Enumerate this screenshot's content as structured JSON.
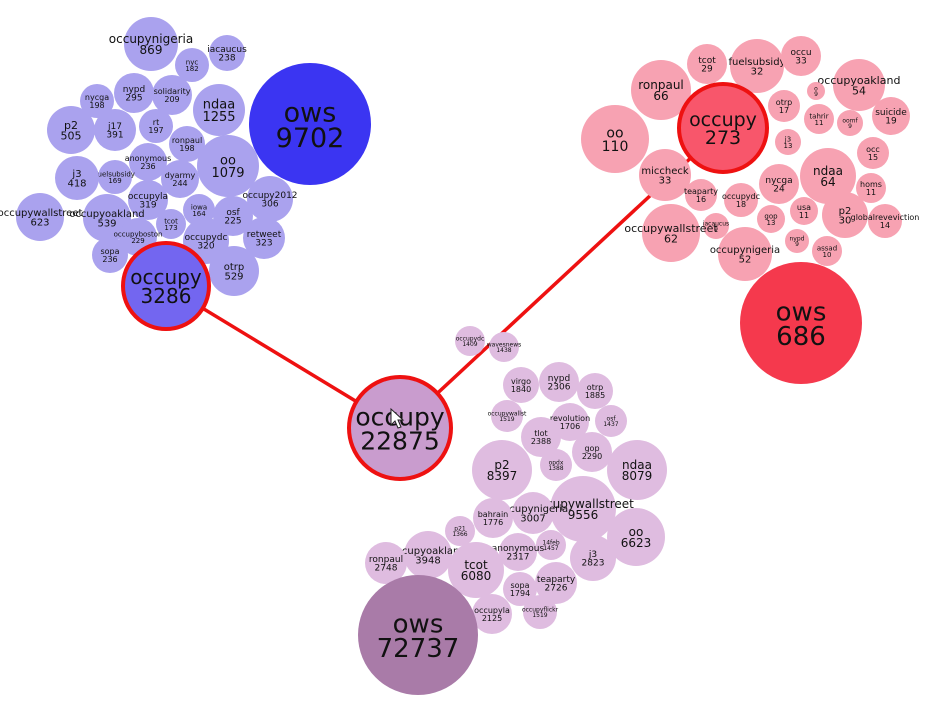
{
  "clusters": [
    {
      "id": "blue",
      "bubble_fill": "#aaa2ee",
      "hub": {
        "label": "occupy",
        "value": "3286",
        "fill": "#7366f0"
      },
      "big": {
        "label": "ows",
        "value": "9702",
        "fill": "#3b35f2"
      },
      "bubbles": [
        {
          "label": "occupynigeria",
          "value": "869"
        },
        {
          "label": "iacaucus",
          "value": "238"
        },
        {
          "label": "nyc",
          "value": "182"
        },
        {
          "label": "ndaa",
          "value": "1255"
        },
        {
          "label": "solidarity",
          "value": "209"
        },
        {
          "label": "nypd",
          "value": "295"
        },
        {
          "label": "nycga",
          "value": "198"
        },
        {
          "label": "rt",
          "value": "197"
        },
        {
          "label": "j17",
          "value": "391"
        },
        {
          "label": "p2",
          "value": "505"
        },
        {
          "label": "ronpaul",
          "value": "198"
        },
        {
          "label": "anonymous",
          "value": "236"
        },
        {
          "label": "oo",
          "value": "1079"
        },
        {
          "label": "fuelsubsidy",
          "value": "169"
        },
        {
          "label": "j3",
          "value": "418"
        },
        {
          "label": "dyarmy",
          "value": "244"
        },
        {
          "label": "occupyla",
          "value": "319"
        },
        {
          "label": "occupy2012",
          "value": "306"
        },
        {
          "label": "occupyoakland",
          "value": "539"
        },
        {
          "label": "iowa",
          "value": "164"
        },
        {
          "label": "occupywallstreet",
          "value": "623"
        },
        {
          "label": "osf",
          "value": "225"
        },
        {
          "label": "tcot",
          "value": "173"
        },
        {
          "label": "occupyboston",
          "value": "229"
        },
        {
          "label": "occupydc",
          "value": "320"
        },
        {
          "label": "retweet",
          "value": "323"
        },
        {
          "label": "sopa",
          "value": "236"
        },
        {
          "label": "otrp",
          "value": "529"
        }
      ]
    },
    {
      "id": "red",
      "bubble_fill": "#f7a2b2",
      "hub": {
        "label": "occupy",
        "value": "273",
        "fill": "#f8566b"
      },
      "big": {
        "label": "ows",
        "value": "686",
        "fill": "#f5394d"
      },
      "bubbles": [
        {
          "label": "tcot",
          "value": "29"
        },
        {
          "label": "fuelsubsidy",
          "value": "32"
        },
        {
          "label": "occu",
          "value": "33"
        },
        {
          "label": "ronpaul",
          "value": "66"
        },
        {
          "label": "occupyoakland",
          "value": "54"
        },
        {
          "label": "o",
          "value": "9"
        },
        {
          "label": "otrp",
          "value": "17"
        },
        {
          "label": "tahrir",
          "value": "11"
        },
        {
          "label": "oomf",
          "value": "9"
        },
        {
          "label": "suicide",
          "value": "19"
        },
        {
          "label": "oo",
          "value": "110"
        },
        {
          "label": "j3",
          "value": "13"
        },
        {
          "label": "occ",
          "value": "15"
        },
        {
          "label": "miccheck",
          "value": "33"
        },
        {
          "label": "ndaa",
          "value": "64"
        },
        {
          "label": "nycga",
          "value": "24"
        },
        {
          "label": "teaparty",
          "value": "16"
        },
        {
          "label": "occupydc",
          "value": "18"
        },
        {
          "label": "homs",
          "value": "11"
        },
        {
          "label": "usa",
          "value": "11"
        },
        {
          "label": "iacaucus",
          "value": "9"
        },
        {
          "label": "gop",
          "value": "13"
        },
        {
          "label": "p2",
          "value": "30"
        },
        {
          "label": "globalreveviction",
          "value": "14"
        },
        {
          "label": "occupywallstreet",
          "value": "62"
        },
        {
          "label": "nypd",
          "value": "9"
        },
        {
          "label": "assad",
          "value": "10"
        },
        {
          "label": "occupynigeria",
          "value": "52"
        }
      ]
    },
    {
      "id": "purple",
      "bubble_fill": "#dfbce0",
      "hub": {
        "label": "occupy",
        "value": "22875",
        "fill": "#c99cce"
      },
      "big": {
        "label": "ows",
        "value": "72737",
        "fill": "#a97ba8"
      },
      "bubbles": [
        {
          "label": "occupydc",
          "value": "1409"
        },
        {
          "label": "wavesnews",
          "value": "1438"
        },
        {
          "label": "virgo",
          "value": "1840"
        },
        {
          "label": "nypd",
          "value": "2306"
        },
        {
          "label": "otrp",
          "value": "1885"
        },
        {
          "label": "occupywallst",
          "value": "1519"
        },
        {
          "label": "revolution",
          "value": "1706"
        },
        {
          "label": "osf",
          "value": "1437"
        },
        {
          "label": "tlot",
          "value": "2388"
        },
        {
          "label": "p2",
          "value": "8397"
        },
        {
          "label": "gop",
          "value": "2290"
        },
        {
          "label": "opdx",
          "value": "1388"
        },
        {
          "label": "ndaa",
          "value": "8079"
        },
        {
          "label": "occupywallstreet",
          "value": "9556"
        },
        {
          "label": "occupynigeria",
          "value": "3007"
        },
        {
          "label": "bahrain",
          "value": "1776"
        },
        {
          "label": "p21",
          "value": "1366"
        },
        {
          "label": "oo",
          "value": "6623"
        },
        {
          "label": "14feb",
          "value": "1457"
        },
        {
          "label": "anonymous",
          "value": "2317"
        },
        {
          "label": "occupyoakland",
          "value": "3948"
        },
        {
          "label": "j3",
          "value": "2823"
        },
        {
          "label": "ronpaul",
          "value": "2748"
        },
        {
          "label": "tcot",
          "value": "6080"
        },
        {
          "label": "teaparty",
          "value": "2726"
        },
        {
          "label": "sopa",
          "value": "1794"
        },
        {
          "label": "occupyla",
          "value": "2125"
        },
        {
          "label": "occupyflickr",
          "value": "1519"
        }
      ]
    }
  ],
  "link_color": "#ee1111",
  "hub_ring_color": "#ee1111",
  "cursor_icon": "mouse-pointer-icon"
}
